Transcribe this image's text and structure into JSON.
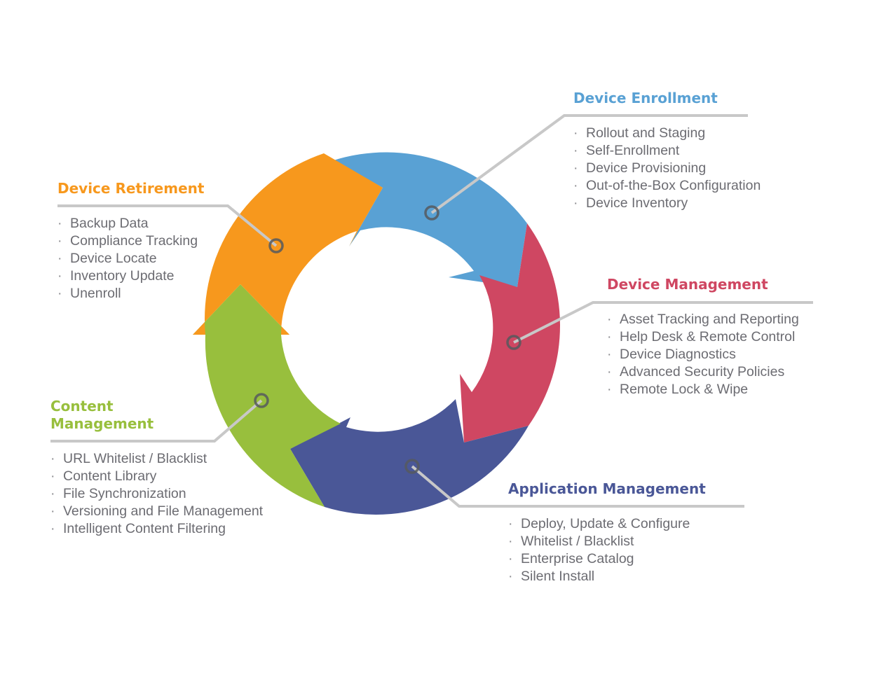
{
  "colors": {
    "enrollment": "#59a1d4",
    "management": "#cf4762",
    "application": "#4a5797",
    "content": "#98bf3d",
    "retirement": "#f7981d",
    "connector": "#c8c8c8",
    "text": "#6c6c72"
  },
  "phases": [
    {
      "id": "enrollment",
      "title": "Device Enrollment",
      "items": [
        "Rollout and Staging",
        "Self-Enrollment",
        "Device Provisioning",
        "Out-of-the-Box Configuration",
        "Device Inventory"
      ]
    },
    {
      "id": "management",
      "title": "Device Management",
      "items": [
        "Asset Tracking and Reporting",
        "Help Desk & Remote Control",
        "Device Diagnostics",
        "Advanced Security Policies",
        "Remote Lock & Wipe"
      ]
    },
    {
      "id": "application",
      "title": "Application Management",
      "items": [
        "Deploy, Update & Configure",
        "Whitelist / Blacklist",
        "Enterprise Catalog",
        "Silent Install"
      ]
    },
    {
      "id": "content",
      "title_lines": [
        "Content",
        "Management"
      ],
      "items": [
        "URL Whitelist / Blacklist",
        "Content Library",
        "File Synchronization",
        "Versioning and File Management",
        "Intelligent Content Filtering"
      ]
    },
    {
      "id": "retirement",
      "title": "Device Retirement",
      "items": [
        "Backup Data",
        "Compliance Tracking",
        "Device Locate",
        "Inventory Update",
        "Unenroll"
      ]
    }
  ]
}
